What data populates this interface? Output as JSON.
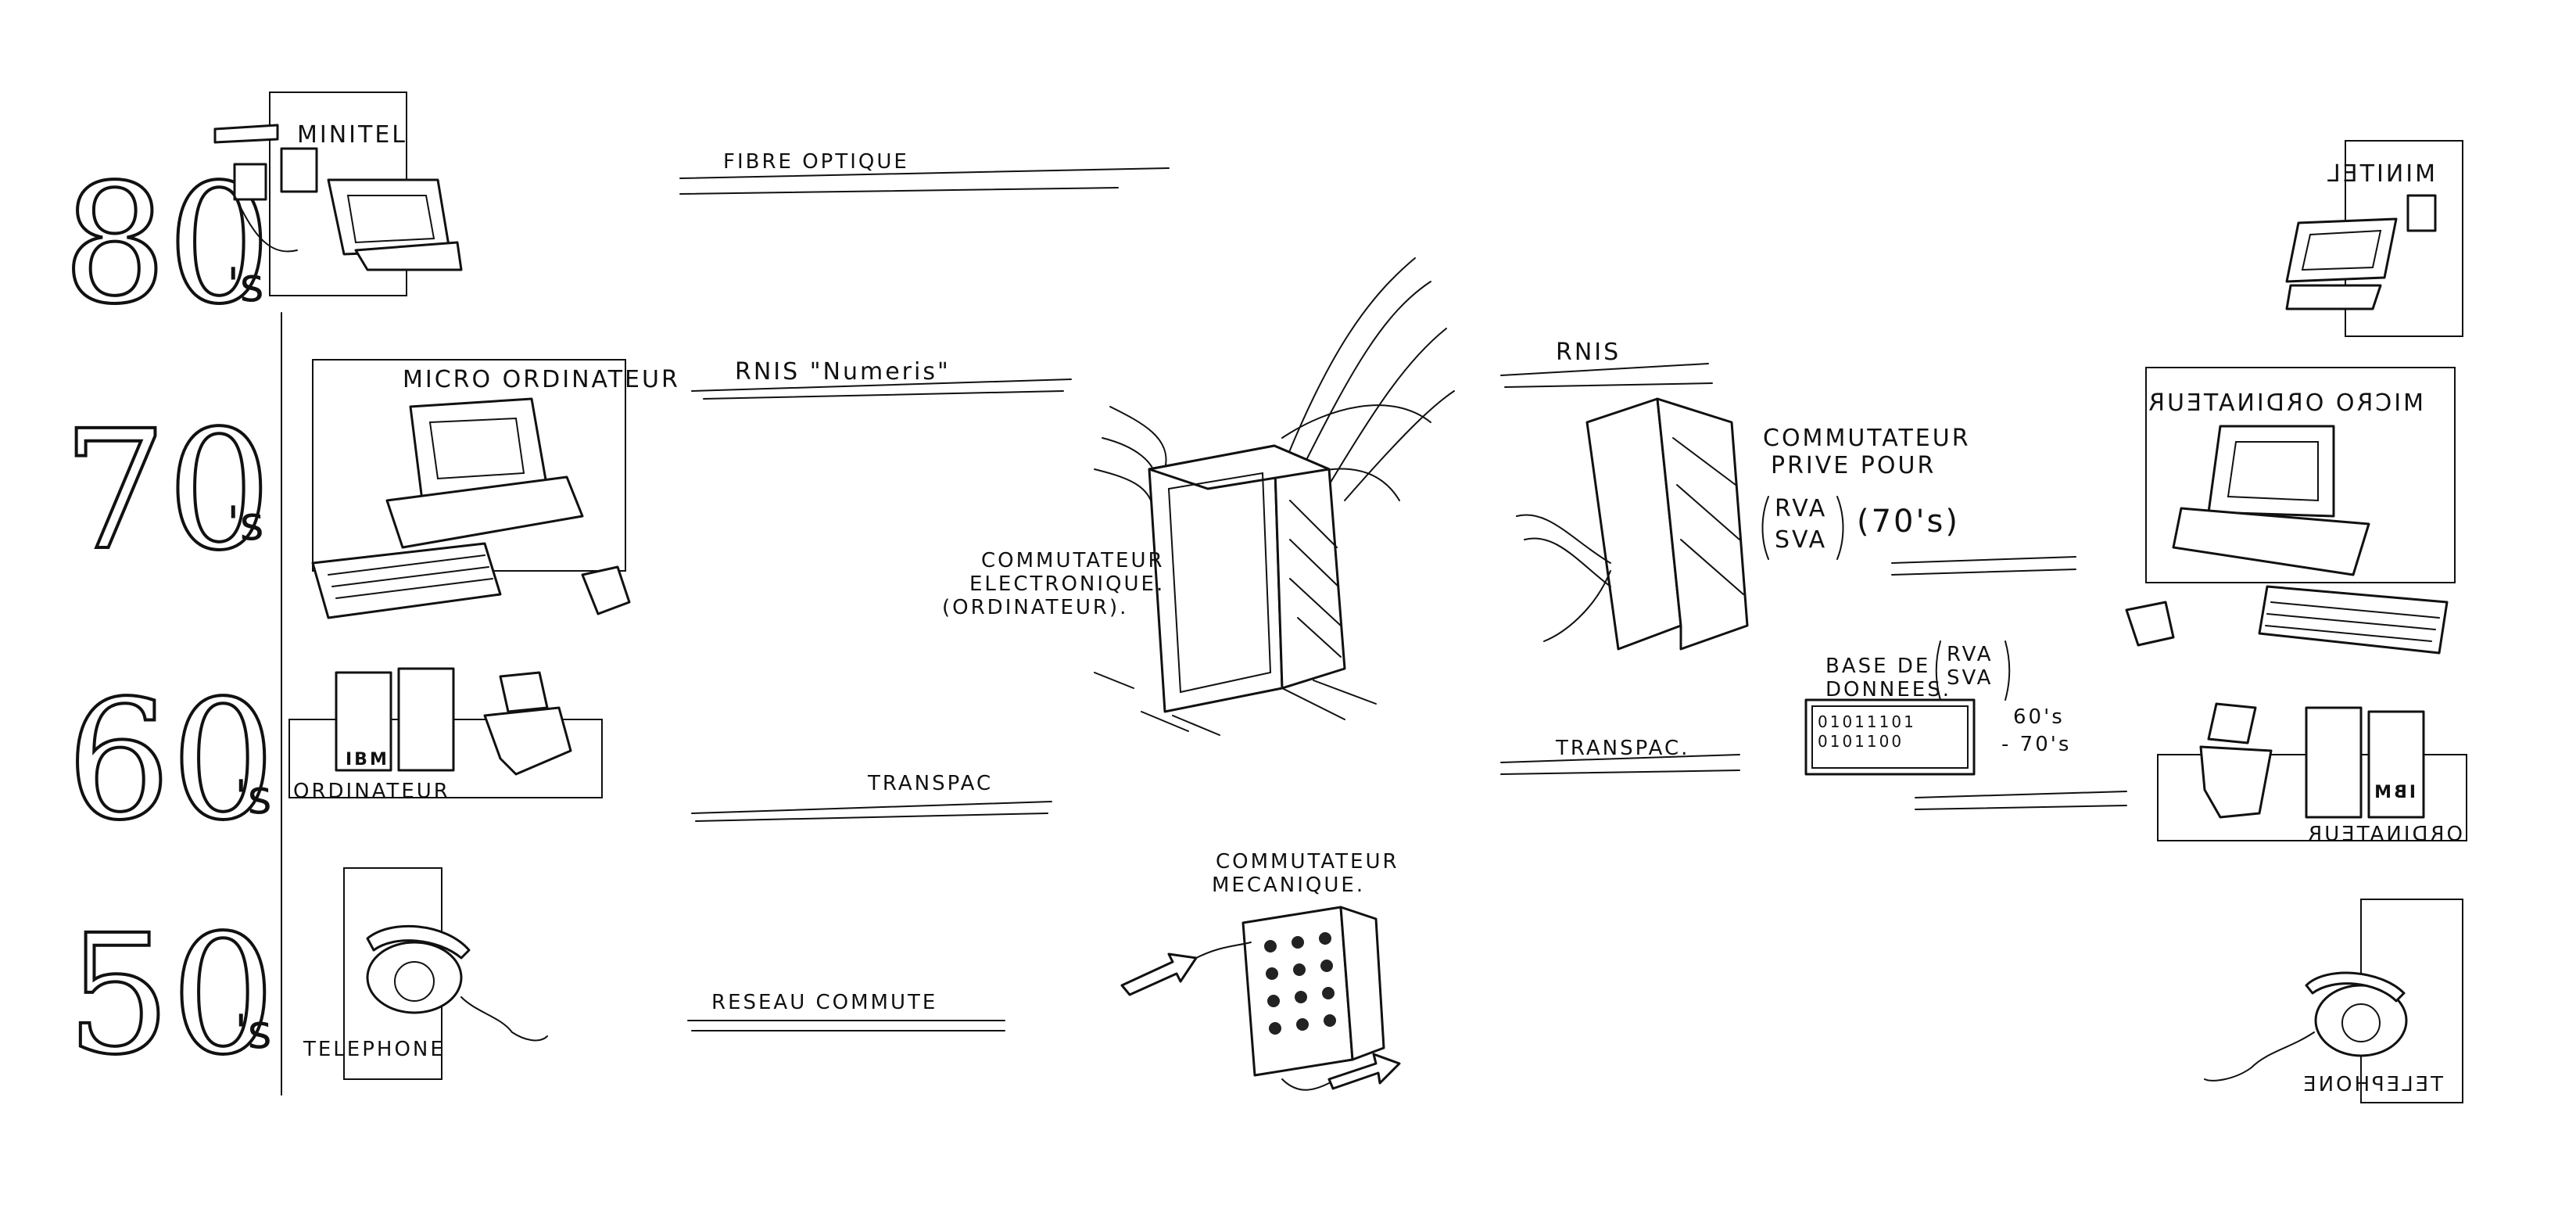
{
  "decades": [
    {
      "number": "80",
      "suffix": "'s"
    },
    {
      "number": "70",
      "suffix": "'s"
    },
    {
      "number": "60",
      "suffix": "'s"
    },
    {
      "number": "50",
      "suffix": "'s"
    }
  ],
  "left_devices": {
    "minitel": "MINITEL",
    "micro": "MICRO ORDINATEUR",
    "ordinateur": "ORDINATEUR",
    "telephone": "TELEPHONE",
    "ibm_logo": "IBM"
  },
  "networks": {
    "fibre": "FIBRE OPTIQUE",
    "rnis": "RNIS \"Numeris\"",
    "transpac": "TRANSPAC",
    "reseau": "RESEAU COMMUTE"
  },
  "switches": {
    "electronique_1": "COMMUTATEUR",
    "electronique_2": "ELECTRONIQUE.",
    "electronique_3": "(ORDINATEUR).",
    "mecanique_1": "COMMUTATEUR",
    "mecanique_2": "MECANIQUE."
  },
  "right_side": {
    "rnis": "RNIS",
    "commutateur_1": "COMMUTATEUR",
    "commutateur_2": "PRIVE POUR",
    "rva": "RVA",
    "sva": "SVA",
    "years_70": "(70's)",
    "base_1": "BASE DE",
    "base_2": "DONNEES.",
    "base_rva": "RVA",
    "base_sva": "SVA",
    "binary_1": "01011101",
    "binary_2": "0101100",
    "years_60": "60's",
    "years_70b": "- 70's",
    "transpac": "TRANSPAC."
  },
  "right_devices_mirrored": {
    "minitel": "MINITEL",
    "micro": "MICRO ORDINATEUR",
    "ordinateur": "ORDINATEUR",
    "telephone": "TELEPHONE",
    "ibm_logo": "IBM"
  }
}
